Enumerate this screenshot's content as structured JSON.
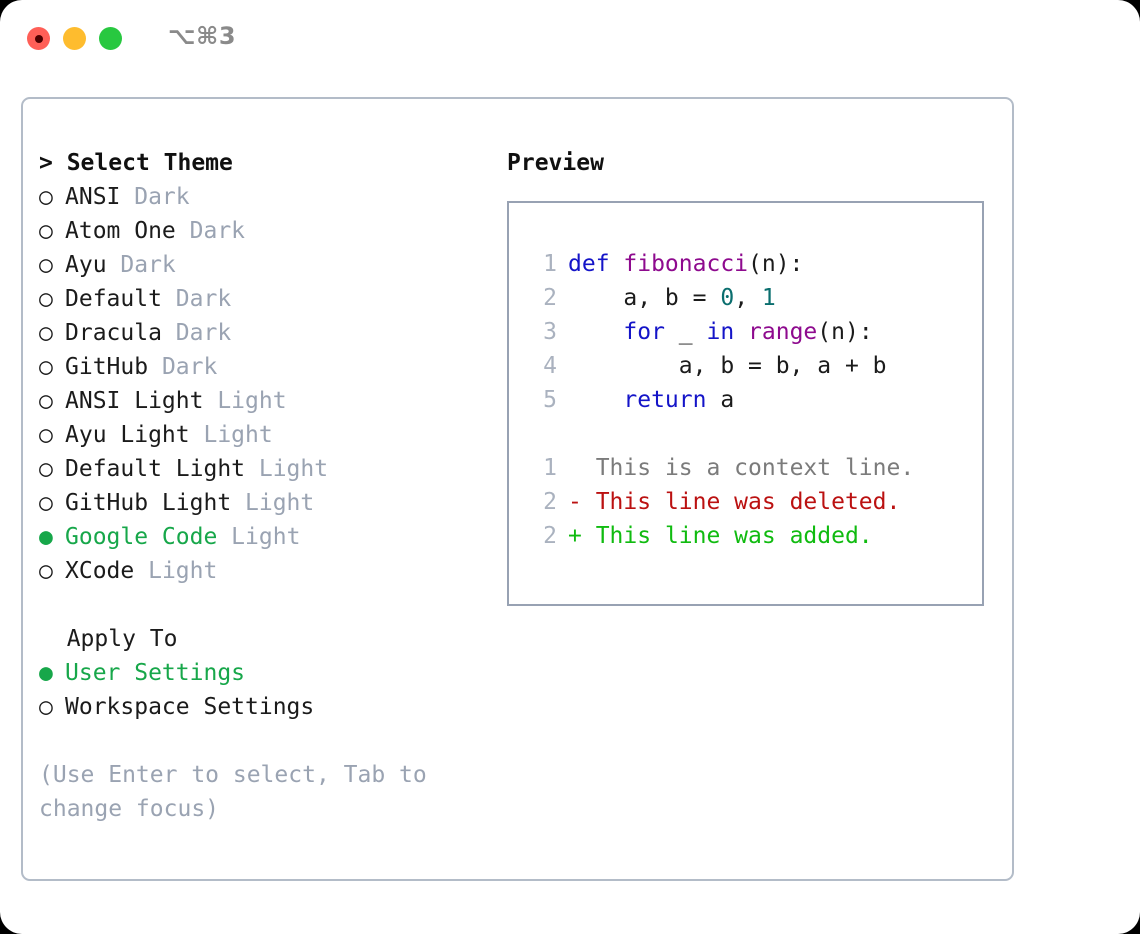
{
  "window": {
    "shortcut_title": "⌥⌘3",
    "traffic_lights": [
      "close-red",
      "minimize-yellow",
      "maximize-green"
    ]
  },
  "theme_section": {
    "header_prefix": "> ",
    "header_label": "Select Theme",
    "focused": true,
    "bullet_selected": "●",
    "bullet_unselected": "○",
    "items": [
      {
        "label": "ANSI",
        "suffix": "Dark",
        "selected": false
      },
      {
        "label": "Atom One",
        "suffix": "Dark",
        "selected": false
      },
      {
        "label": "Ayu",
        "suffix": "Dark",
        "selected": false
      },
      {
        "label": "Default",
        "suffix": "Dark",
        "selected": false
      },
      {
        "label": "Dracula",
        "suffix": "Dark",
        "selected": false
      },
      {
        "label": "GitHub",
        "suffix": "Dark",
        "selected": false
      },
      {
        "label": "ANSI Light",
        "suffix": "Light",
        "selected": false
      },
      {
        "label": "Ayu Light",
        "suffix": "Light",
        "selected": false
      },
      {
        "label": "Default Light",
        "suffix": "Light",
        "selected": false
      },
      {
        "label": "GitHub Light",
        "suffix": "Light",
        "selected": false
      },
      {
        "label": "Google Code",
        "suffix": "Light",
        "selected": true
      },
      {
        "label": "XCode",
        "suffix": "Light",
        "selected": false
      }
    ]
  },
  "apply_section": {
    "header_prefix": "  ",
    "header_label": "Apply To",
    "focused": false,
    "items": [
      {
        "label": "User Settings",
        "suffix": "",
        "selected": true
      },
      {
        "label": "Workspace Settings",
        "suffix": "",
        "selected": false
      }
    ]
  },
  "hint": "(Use Enter to select, Tab to change focus)",
  "preview": {
    "title": "Preview",
    "code_lines": [
      {
        "lineno": "1",
        "tokens": [
          {
            "text": "def ",
            "type": "kw"
          },
          {
            "text": "fibonacci",
            "type": "fn"
          },
          {
            "text": "(n):",
            "type": "plain"
          }
        ]
      },
      {
        "lineno": "2",
        "tokens": [
          {
            "text": "    a, b = ",
            "type": "plain"
          },
          {
            "text": "0",
            "type": "num"
          },
          {
            "text": ", ",
            "type": "plain"
          },
          {
            "text": "1",
            "type": "num"
          }
        ]
      },
      {
        "lineno": "3",
        "tokens": [
          {
            "text": "    ",
            "type": "plain"
          },
          {
            "text": "for",
            "type": "kw"
          },
          {
            "text": " _ ",
            "type": "plain"
          },
          {
            "text": "in",
            "type": "kw"
          },
          {
            "text": " ",
            "type": "plain"
          },
          {
            "text": "range",
            "type": "fn"
          },
          {
            "text": "(n):",
            "type": "plain"
          }
        ]
      },
      {
        "lineno": "4",
        "tokens": [
          {
            "text": "        a, b = b, a + b",
            "type": "plain"
          }
        ]
      },
      {
        "lineno": "5",
        "tokens": [
          {
            "text": "    ",
            "type": "plain"
          },
          {
            "text": "return",
            "type": "kw"
          },
          {
            "text": " a",
            "type": "plain"
          }
        ]
      }
    ],
    "diff_lines": [
      {
        "lineno": "1",
        "marker": "  ",
        "text": "This is a context line.",
        "kind": "ctx"
      },
      {
        "lineno": "2",
        "marker": "- ",
        "text": "This line was deleted.",
        "kind": "del"
      },
      {
        "lineno": "2",
        "marker": "+ ",
        "text": "This line was added.",
        "kind": "add"
      }
    ]
  },
  "colors": {
    "accent_green": "#17a74a",
    "muted": "#9aa3b2",
    "border": "#b3bcc8",
    "code_border": "#98a2b3",
    "keyword": "#1414c8",
    "function": "#8e0a8e",
    "number": "#0a6e6e",
    "diff_add": "#10bb10",
    "diff_del": "#bb1111",
    "traffic_red": "#ff5f57",
    "traffic_yellow": "#febc2e",
    "traffic_green": "#28c840"
  }
}
